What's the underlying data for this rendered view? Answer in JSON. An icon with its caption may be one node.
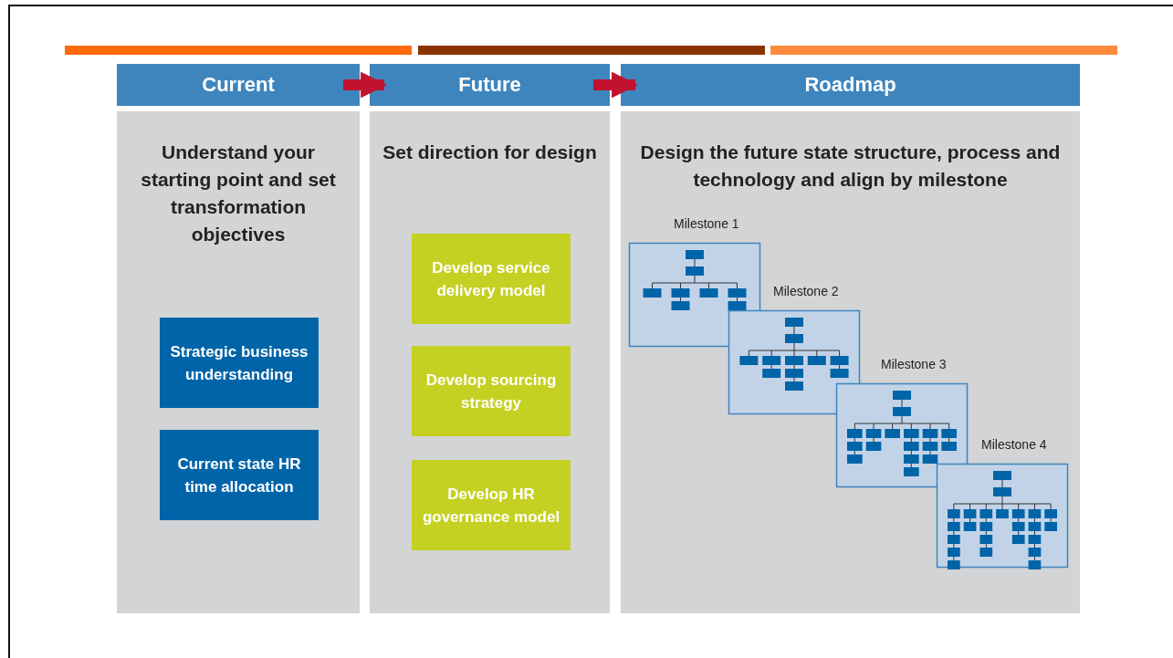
{
  "diagram": {
    "nodes": [
      {
        "text": [
          "Current"
        ]
      },
      {
        "text": [
          "Future"
        ]
      },
      {
        "text": [
          "Roadmap"
        ]
      },
      {
        "text": [
          "Understand your starting point and set transformation objectives"
        ]
      },
      {
        "text": [
          "Strategic business understanding"
        ],
        "in": 3
      },
      {
        "text": [
          "Current state HR time allocation"
        ],
        "in": 3
      },
      {
        "text": [
          "Set direction for design"
        ]
      },
      {
        "text": [
          "Develop service delivery model"
        ],
        "in": 6
      },
      {
        "text": [
          "Develop sourcing strategy"
        ],
        "in": 6
      },
      {
        "text": [
          "Develop HR governance model"
        ],
        "in": 6
      },
      {
        "text": [
          "Design the future state structure, process and technology and align by milestone"
        ]
      },
      {
        "text": [
          "Milestone 1"
        ],
        "in": 10
      },
      {
        "text": [
          "Milestone 2"
        ],
        "in": 10
      },
      {
        "text": [
          "Milestone 3"
        ],
        "in": 10
      },
      {
        "text": [
          "Milestone 4"
        ],
        "in": 10
      }
    ],
    "edges": [
      {
        "from": 0,
        "to": 1,
        "arrow": "to"
      },
      {
        "from": 1,
        "to": 2,
        "arrow": "to"
      }
    ]
  }
}
